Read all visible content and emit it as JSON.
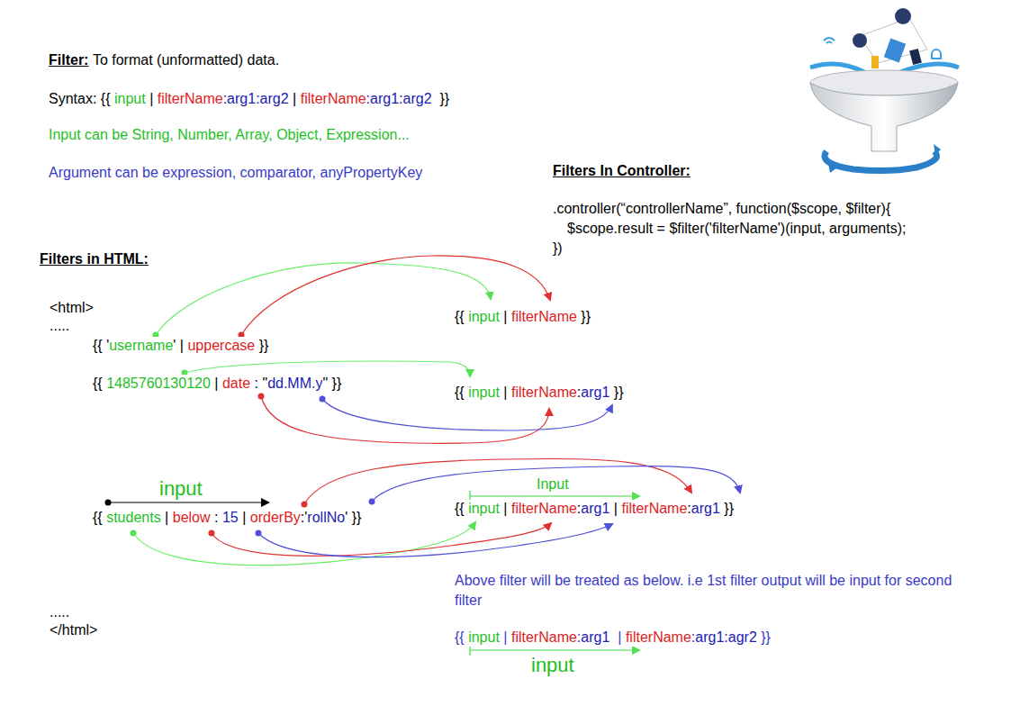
{
  "diagram": {
    "labels": [
      "Filter:",
      "To format (unformatted) data.",
      "Syntax: {{",
      "input",
      "|",
      "filterName",
      ":arg1:arg2",
      "|",
      "filterName",
      ":arg1:arg2",
      "}}",
      "Input can be String, Number, Array, Object, Expression...",
      "Argument can be expression, comparator, anyPropertyKey",
      "Filters In Controller:",
      ".controller(“controllerName”, function($scope, $filter){",
      "$scope.result = $filter('filterName')(input, arguments);",
      "})",
      "Filters in HTML:",
      "<html>",
      ".....",
      "{{ '",
      "username",
      "' |",
      "uppercase",
      "}}",
      "{{",
      "1485760130120",
      "|",
      "date",
      ": \"",
      "dd.MM.y",
      "\" }}",
      "{{",
      "input",
      "|",
      "filterName",
      "}}",
      "{{",
      "input",
      "|",
      "filterName",
      ":",
      "arg1",
      "}}",
      "input",
      "{{",
      "students",
      "|",
      "below",
      ":",
      "15",
      "|",
      "orderBy",
      ":'",
      "rollNo",
      "'",
      "}}",
      "Input",
      "{{",
      "input",
      "|",
      "filterName",
      ":",
      "arg1",
      "|",
      "filterName",
      ":",
      "arg1",
      "}}",
      "Above filter will be treated as below. i.e 1st filter output will be input for second filter",
      "{{",
      "input",
      "|",
      "filterName",
      ":",
      "arg1",
      "|",
      "filterName",
      ":",
      "arg1:agr2",
      "}}",
      "input",
      ".....",
      "</html>"
    ]
  }
}
